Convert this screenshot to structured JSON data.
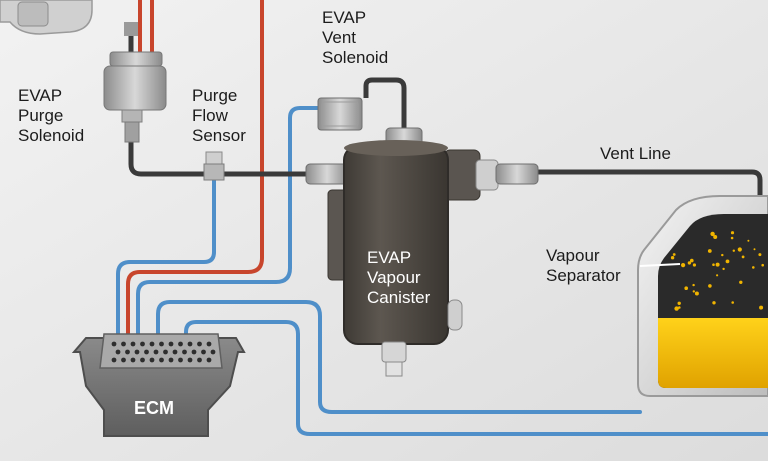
{
  "labels": {
    "evap_vent_solenoid": [
      "EVAP",
      "Vent",
      "Solenoid"
    ],
    "evap_purge_solenoid": [
      "EVAP",
      "Purge",
      "Solenoid"
    ],
    "purge_flow_sensor": [
      "Purge",
      "Flow",
      "Sensor"
    ],
    "vent_line": "Vent Line",
    "evap_vapour_canister": [
      "EVAP",
      "Vapour",
      "Canister"
    ],
    "vapour_separator": [
      "Vapour",
      "Separator"
    ],
    "ecm": "ECM"
  },
  "colors": {
    "background": "#e9e9e9",
    "hose": "#3a3a3a",
    "signal_wire_blue": "#4f8fc9",
    "power_wire_red": "#c8452c",
    "canister_body": "#4e4943",
    "ecm_body": "#777777",
    "fuel": "#f0b400",
    "tank_dark": "#2a2a2a"
  }
}
